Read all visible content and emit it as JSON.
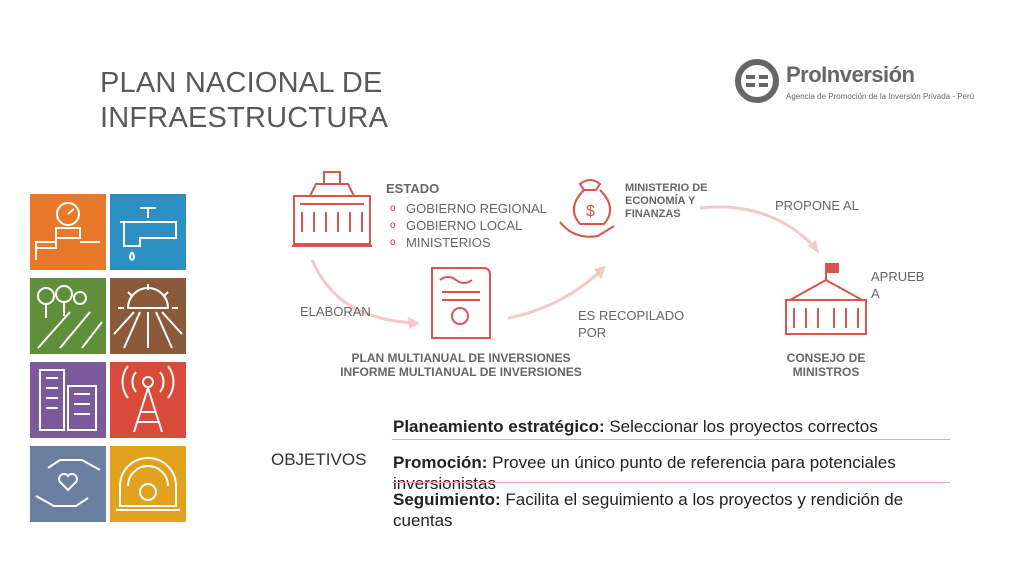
{
  "title": {
    "line1": "PLAN NACIONAL DE",
    "line2": "INFRAESTRUCTURA"
  },
  "logo": {
    "name": "ProInversión",
    "tagline": "Agencia de Promoción de la Inversión Privada - Perú"
  },
  "tiles": [
    {
      "icon": "water-meter-icon",
      "color": "#e8792a"
    },
    {
      "icon": "water-tap-icon",
      "color": "#2e8fc4"
    },
    {
      "icon": "road-trees-icon",
      "color": "#5f8f3a"
    },
    {
      "icon": "sun-field-icon",
      "color": "#8b5a3a"
    },
    {
      "icon": "buildings-icon",
      "color": "#7a5a9a"
    },
    {
      "icon": "antenna-icon",
      "color": "#d84a3a"
    },
    {
      "icon": "hands-heart-icon",
      "color": "#6a7ea0"
    },
    {
      "icon": "dome-icon",
      "color": "#e2a21e"
    }
  ],
  "diagram": {
    "estado": {
      "label": "ESTADO",
      "items": [
        "GOBIERNO REGIONAL",
        "GOBIERNO LOCAL",
        "MINISTERIOS"
      ]
    },
    "elaboran": "ELABORAN",
    "plan_line1": "PLAN MULTIANUAL DE INVERSIONES",
    "plan_line2": "INFORME MULTIANUAL DE INVERSIONES",
    "recopilado_line1": "ES RECOPILADO",
    "recopilado_line2": "POR",
    "mef_line1": "MINISTERIO DE",
    "mef_line2": "ECONOMÍA Y",
    "mef_line3": "FINANZAS",
    "propone": "PROPONE AL",
    "aprueba_line1": "APRUEB",
    "aprueba_line2": "A",
    "consejo_line1": "CONSEJO DE",
    "consejo_line2": "MINISTROS",
    "accent": "#d9534f"
  },
  "objetivos": {
    "label": "OBJETIVOS",
    "items": [
      {
        "bold": "Planeamiento estratégico:",
        "text": " Seleccionar los proyectos correctos"
      },
      {
        "bold": "Promoción:",
        "text": " Provee un único punto de referencia para potenciales inversionistas"
      },
      {
        "bold": "Seguimiento:",
        "text": " Facilita el seguimiento a los proyectos y rendición de cuentas"
      }
    ]
  }
}
